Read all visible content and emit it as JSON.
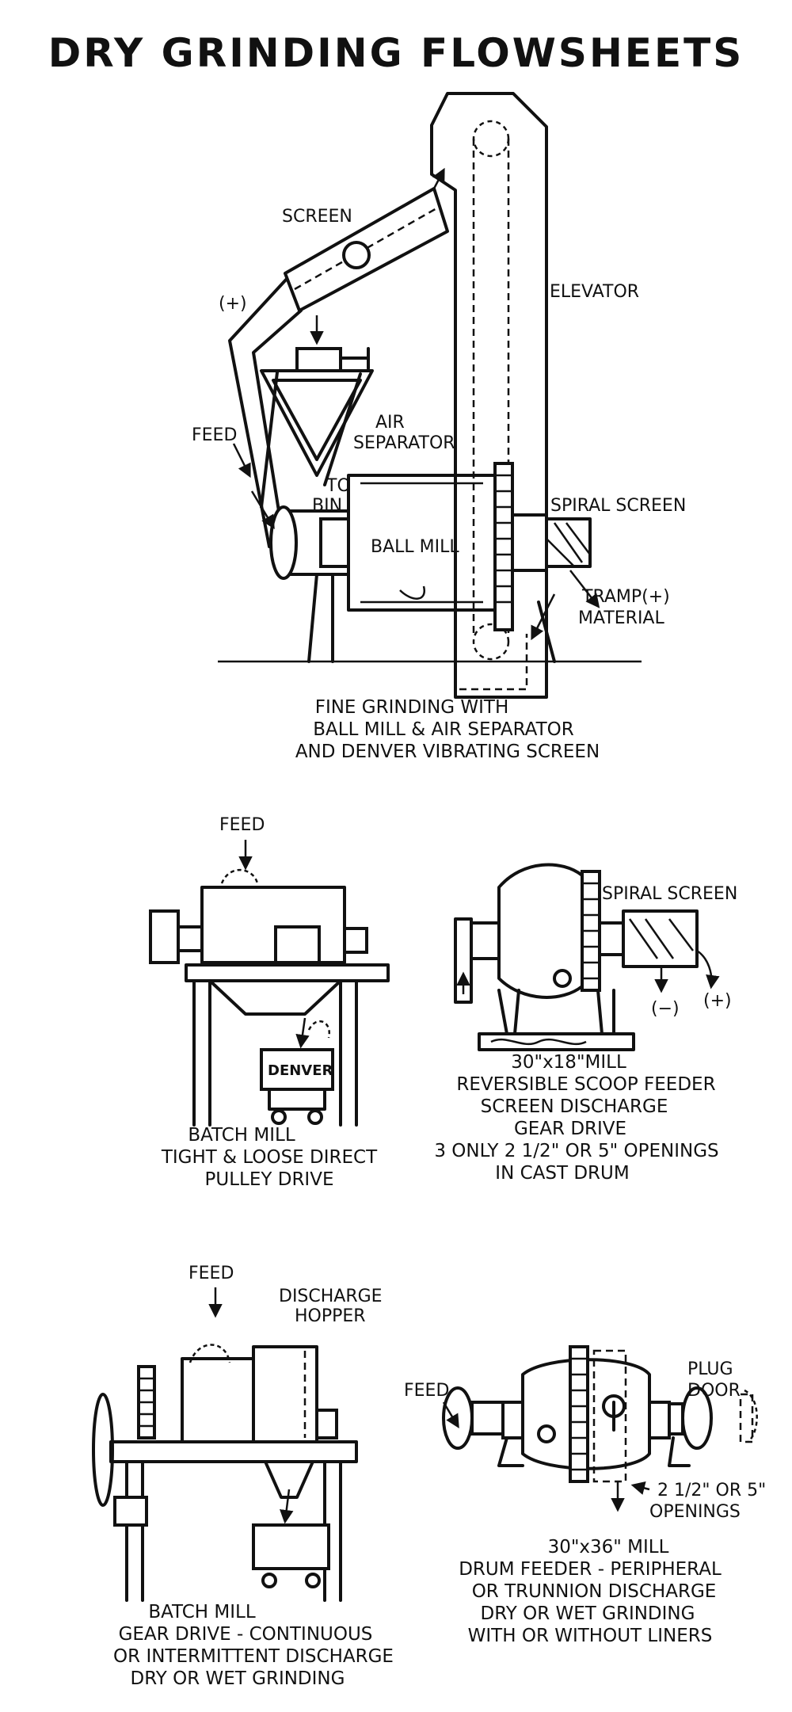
{
  "title": "DRY GRINDING FLOWSHEETS",
  "diagram1": {
    "labels": {
      "screen": "SCREEN",
      "plus": "(+)",
      "elevator": "ELEVATOR",
      "feed": "FEED",
      "air_separator_1": "AIR",
      "air_separator_2": "SEPARATOR",
      "to_bin_1": "TO",
      "to_bin_2": "BIN",
      "ball_mill": "BALL MILL",
      "spiral_screen": "SPIRAL SCREEN",
      "tramp_1": "TRAMP(+)",
      "tramp_2": "MATERIAL"
    },
    "caption": [
      "FINE GRINDING WITH",
      "BALL MILL & AIR SEPARATOR",
      "AND DENVER VIBRATING SCREEN"
    ]
  },
  "diagram2": {
    "labels": {
      "feed": "FEED",
      "denver": "DENVER"
    },
    "caption": [
      "BATCH MILL",
      "TIGHT & LOOSE DIRECT",
      "PULLEY DRIVE"
    ]
  },
  "diagram3": {
    "labels": {
      "spiral_screen": "SPIRAL SCREEN",
      "minus": "(−)",
      "plus": "(+)"
    },
    "caption": [
      "30\"x18\"MILL",
      "REVERSIBLE SCOOP FEEDER",
      "SCREEN DISCHARGE",
      "GEAR DRIVE",
      "3 ONLY 2 1/2\" OR 5\" OPENINGS",
      "IN CAST DRUM"
    ]
  },
  "diagram4": {
    "labels": {
      "feed": "FEED",
      "discharge_1": "DISCHARGE",
      "discharge_2": "HOPPER"
    },
    "caption": [
      "BATCH  MILL",
      "GEAR DRIVE - CONTINUOUS",
      "OR INTERMITTENT DISCHARGE",
      "DRY OR WET GRINDING"
    ]
  },
  "diagram5": {
    "labels": {
      "feed": "FEED",
      "plug_1": "PLUG",
      "plug_2": "DOOR",
      "openings_1": "2 1/2\" OR 5\"",
      "openings_2": "OPENINGS"
    },
    "caption": [
      "30\"x36\" MILL",
      "DRUM FEEDER - PERIPHERAL",
      "OR TRUNNION DISCHARGE",
      "DRY OR WET GRINDING",
      "WITH OR WITHOUT LINERS"
    ]
  }
}
